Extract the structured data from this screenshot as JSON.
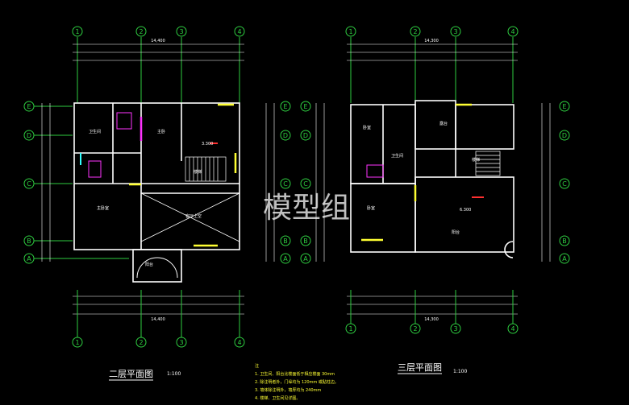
{
  "watermark": "模型组",
  "left_plan": {
    "title": "二层平面图",
    "scale": "1:100",
    "top_axes": [
      "1",
      "2",
      "3",
      "4"
    ],
    "bottom_axes": [
      "1",
      "2",
      "3",
      "4"
    ],
    "side_axes": [
      "E",
      "D",
      "C",
      "B",
      "A"
    ],
    "overall_dim": "14,400",
    "rooms": [
      "卫生间",
      "主卧",
      "楼梯",
      "主卧室",
      "客厅上空",
      "阳台"
    ],
    "elevation": "3.300"
  },
  "right_plan": {
    "title": "三层平面图",
    "scale": "1:100",
    "top_axes": [
      "1",
      "2",
      "3",
      "4"
    ],
    "bottom_axes": [
      "1",
      "2",
      "3",
      "4"
    ],
    "side_axes": [
      "E",
      "D",
      "C",
      "B",
      "A"
    ],
    "overall_dim": "14,300",
    "rooms": [
      "卧室",
      "卫生间",
      "楼梯",
      "露台",
      "卧室",
      "阳台"
    ],
    "elevation": "6.300"
  },
  "notes": {
    "label": "注",
    "items": [
      "1. 卫生间、阳台比楼面低于相应楼面     30mm",
      "2. 除注明者外，门垛均为      120mm     或贴柱边。",
      "3. 墙体除注明外，墙厚均为      240mm",
      "4. 楼梯、卫生间见详图。"
    ]
  },
  "colors": {
    "wall": "#ffffff",
    "axis": "#2ecc40",
    "dim": "#ffffff",
    "label": "#ffff33",
    "stair": "#ffffff",
    "accent_red": "#ff3030",
    "accent_magenta": "#ff33ff",
    "accent_yellow": "#ffff33",
    "accent_cyan": "#33ffff",
    "watermark": "#ffffff"
  }
}
